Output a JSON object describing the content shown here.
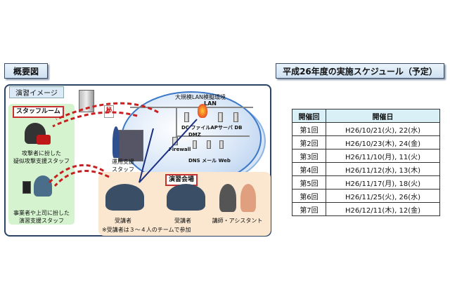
{
  "overview": {
    "title": "概要図",
    "image_label": "演習イメージ",
    "staff_room": "スタッフルーム",
    "attacker_staff": [
      "攻撃者に扮した",
      "疑似攻撃支援スタッフ"
    ],
    "business_staff": [
      "事業者や上司に扮した",
      "演習支援スタッフ"
    ],
    "lan_env": "大規模LAN模擬環境",
    "lan": "LAN",
    "dmz": "DMZ",
    "servers": {
      "dc": "DC",
      "file": "ファイル",
      "ap": "APサーバ",
      "db": "DB",
      "firewall": "Firewall",
      "dns": "DNS",
      "mail": "メール",
      "web": "Web"
    },
    "secret": "秘",
    "ops_staff": [
      "運用支援",
      "スタッフ"
    ],
    "venue": "演習会場",
    "trainee1": "受講者",
    "trainee2": "受講者",
    "instructor": "講師・アシスタント",
    "note": "※受講者は３～４人のチームで参加"
  },
  "schedule": {
    "title": "平成26年度の実施スケジュール（予定）",
    "headers": [
      "開催回",
      "開催日"
    ],
    "rows": [
      [
        "第1回",
        "H26/10/21(火), 22(水)"
      ],
      [
        "第2回",
        "H26/10/23(木), 24(金)"
      ],
      [
        "第3回",
        "H26/11/10(月), 11(火)"
      ],
      [
        "第4回",
        "H26/11/12(水), 13(木)"
      ],
      [
        "第5回",
        "H26/11/17(月), 18(火)"
      ],
      [
        "第6回",
        "H26/11/25(火), 26(水)"
      ],
      [
        "第7回",
        "H26/12/11(木), 12(金)"
      ]
    ]
  },
  "colors": {
    "frame": "#2a4466",
    "attack_arrow": "#c82020",
    "access_arrow": "#1a2f80"
  }
}
